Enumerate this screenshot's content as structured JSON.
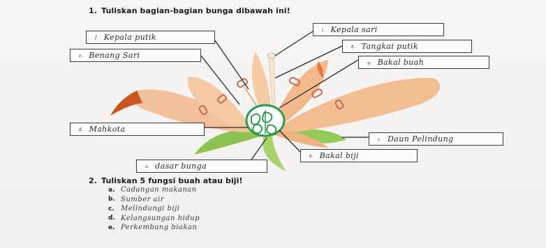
{
  "question1": {
    "number": "1.",
    "text": "Tuliskan bagian-bagian bunga dibawah ini!"
  },
  "labels": {
    "kepala_putik": {
      "mark": "f.",
      "text": "Kepala putik"
    },
    "benang_sari": {
      "mark": "e.",
      "text": "Benang Sari"
    },
    "kepala_sari": {
      "mark": "i.",
      "text": "Kepala sari"
    },
    "tangkai_putik": {
      "mark": "h.",
      "text": "Tangkai putik"
    },
    "bakal_buah": {
      "mark": "g.",
      "text": "Bakal buah"
    },
    "mahkota": {
      "mark": "d.",
      "text": "Mahkota"
    },
    "daun_pelindung": {
      "mark": "c.",
      "text": "Daun Pelindung"
    },
    "bakal_biji": {
      "mark": "b.",
      "text": "Bakal biji"
    },
    "dasar_bunga": {
      "mark": "a.",
      "text": "dasar bunga"
    }
  },
  "question2": {
    "number": "2.",
    "text": "Tuliskan 5 fungsi buah atau biji!"
  },
  "answers": [
    {
      "letter": "a.",
      "text": "Cadangan makanan"
    },
    {
      "letter": "b.",
      "text": "Sumber air"
    },
    {
      "letter": "c.",
      "text": "Melindungi biji"
    },
    {
      "letter": "d.",
      "text": "Kelangsungan hidup"
    },
    {
      "letter": "e.",
      "text": "Perkembang biakan"
    }
  ],
  "colors": {
    "petal": "#f0b98f",
    "petal_dark": "#d9753f",
    "leaf": "#8cc24f",
    "ovary_green": "#2e9b4a",
    "anther": "#c46a55"
  }
}
